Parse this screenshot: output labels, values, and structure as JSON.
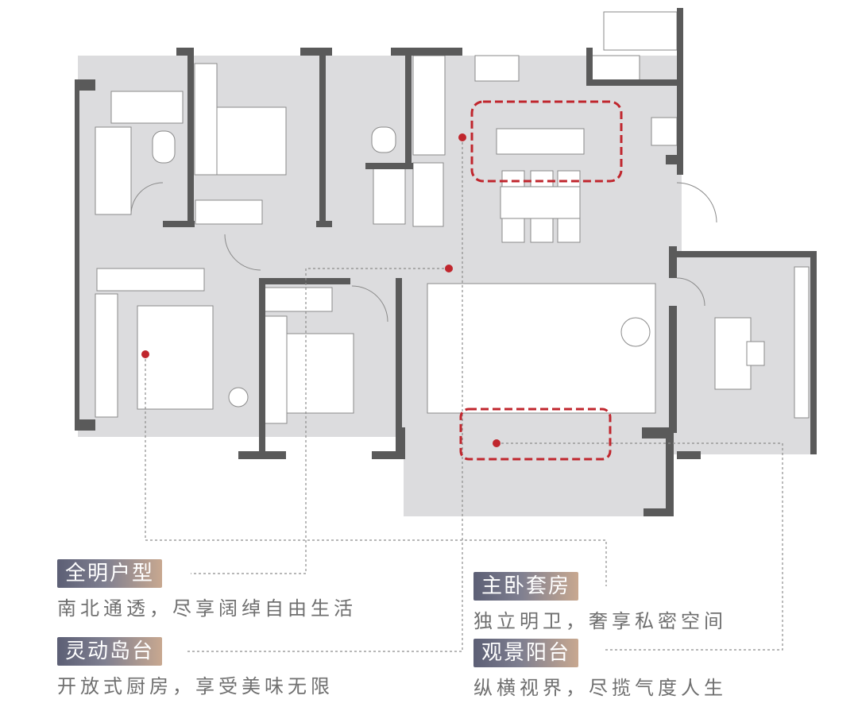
{
  "colors": {
    "wall": "#5a5a5a",
    "floor": "#dcdcde",
    "accent_red": "#c0262d",
    "tag_gradient": [
      "#5c5f75",
      "#c8a890"
    ],
    "text": "#6f6f6f"
  },
  "features": [
    {
      "key": "all_bright",
      "title": "全明户型",
      "desc": "南北通透，尽享阔绰自由生活"
    },
    {
      "key": "island",
      "title": "灵动岛台",
      "desc": "开放式厨房，享受美味无限"
    },
    {
      "key": "master_suite",
      "title": "主卧套房",
      "desc": "独立明卫，奢享私密空间"
    },
    {
      "key": "balcony",
      "title": "观景阳台",
      "desc": "纵横视界，尽揽气度人生"
    }
  ]
}
